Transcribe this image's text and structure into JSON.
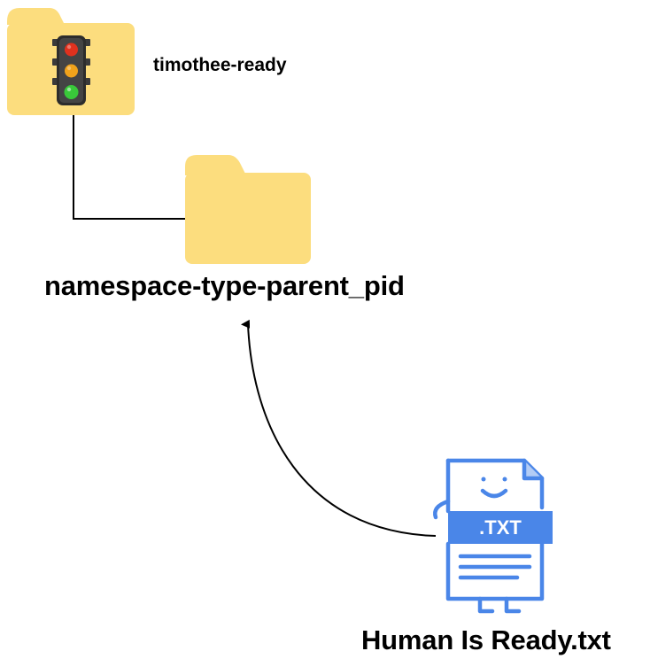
{
  "diagram": {
    "root_folder": {
      "label": "timothee-ready",
      "folder_color": "#FCDD7E",
      "icon": "traffic-light-icon",
      "traffic_light_colors": [
        "#E0311E",
        "#F0A21B",
        "#39C93A"
      ]
    },
    "child_folder": {
      "label": "namespace-type-parent_pid",
      "folder_color": "#FCDD7E"
    },
    "file": {
      "label": "Human Is Ready.txt",
      "extension_label": ".TXT",
      "icon": "text-file-smiley-icon",
      "color": "#4A86E8"
    },
    "connector_color": "#000000"
  }
}
